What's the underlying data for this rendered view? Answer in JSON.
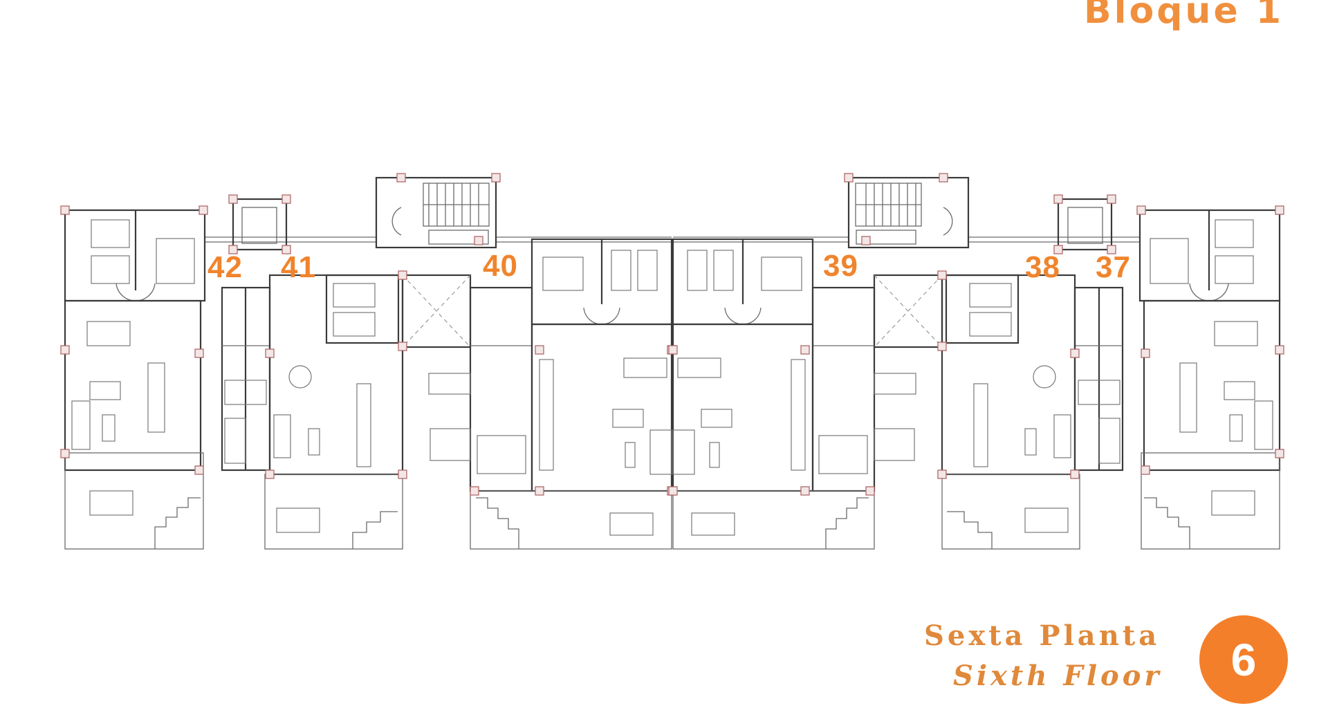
{
  "header": {
    "block_title": "Bloque 1"
  },
  "floor": {
    "name_es": "Sexta Planta",
    "name_en": "Sixth Floor",
    "badge_number": "6"
  },
  "units": [
    {
      "number": "42"
    },
    {
      "number": "41"
    },
    {
      "number": "40"
    },
    {
      "number": "39"
    },
    {
      "number": "38"
    },
    {
      "number": "37"
    }
  ],
  "colors": {
    "accent": "#f0842c",
    "text_accent": "#e0893a",
    "badge": "#f47f2a",
    "wall": "#3a3a3a"
  }
}
